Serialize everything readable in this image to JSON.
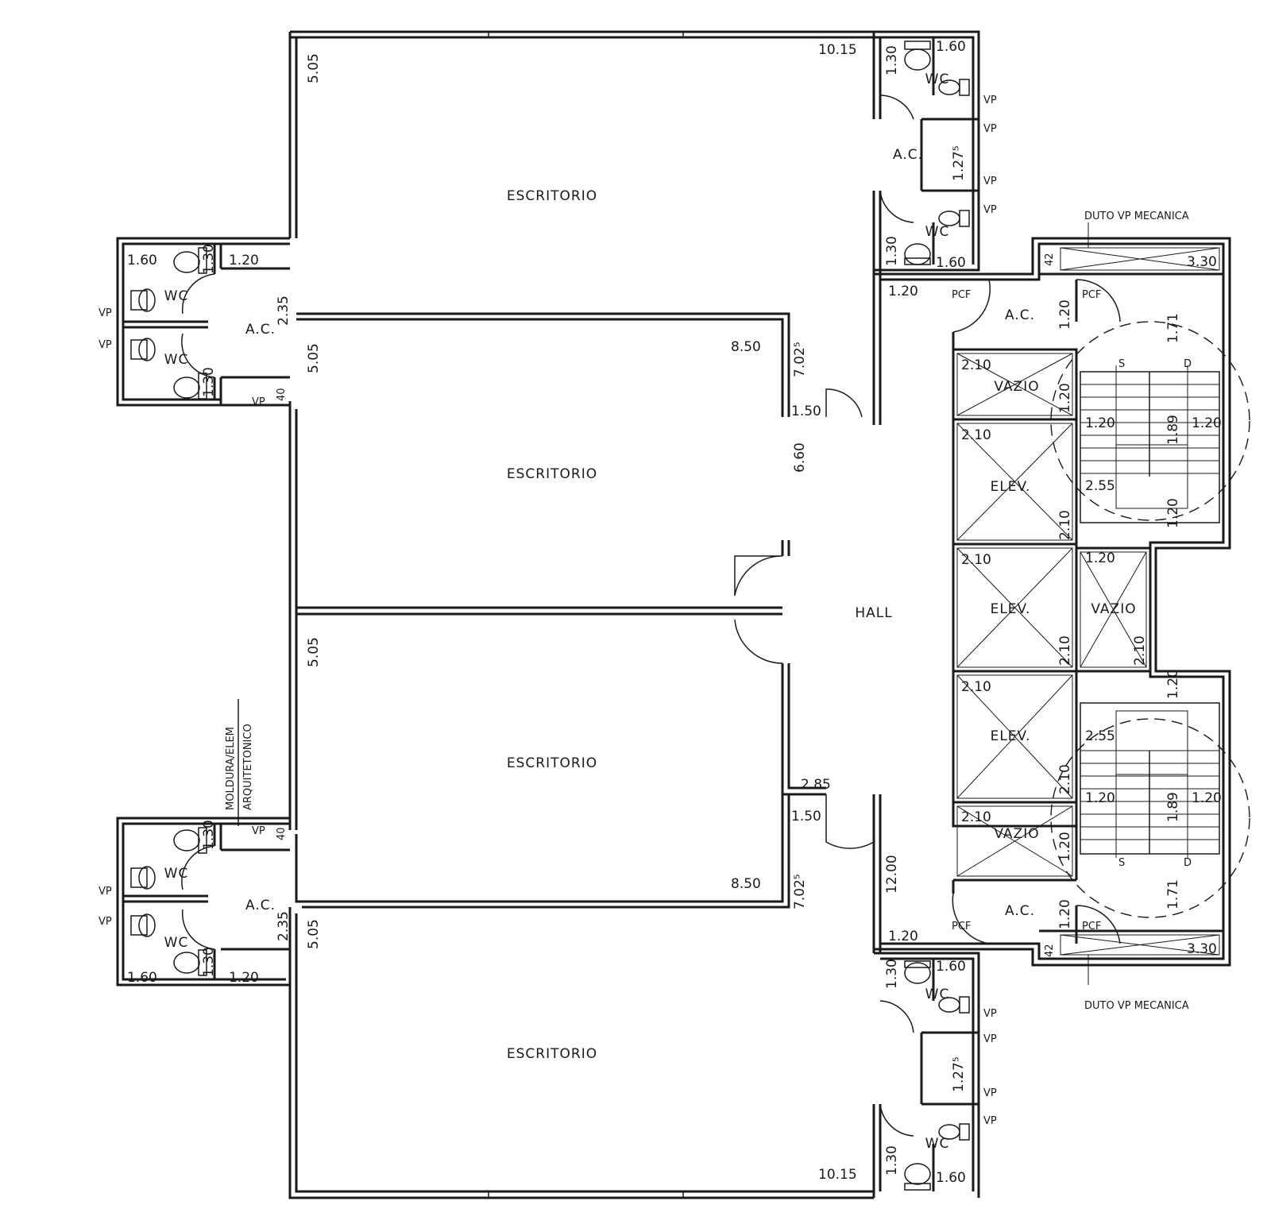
{
  "rooms": {
    "escritorio": "ESCRITORIO",
    "hall": "HALL",
    "ac": "A.C.",
    "wc": "WC",
    "vazio": "VAZIO",
    "elev": "ELEV."
  },
  "labels": {
    "vp": "VP",
    "pcf": "PCF",
    "duto": "DUTO VP MECANICA",
    "moldura": "MOLDURA/ELEM",
    "arquitetonico": "ARQUITETONICO",
    "stair_s": "S",
    "stair_d": "D"
  },
  "dims": {
    "d505": "5.05",
    "d1015": "10.15",
    "d850": "8.50",
    "d160": "1.60",
    "d130": "1.30",
    "d120": "1.20",
    "d235": "2.35",
    "d1275": "1.27⁵",
    "d7025": "7.02⁵",
    "d150": "1.50",
    "d660": "6.60",
    "d285": "2.85",
    "d1200": "12.00",
    "d40": "40",
    "d42": "42",
    "d330": "3.30",
    "d171": "1.71",
    "d189": "1.89",
    "d255": "2.55",
    "d210": "2.10"
  }
}
